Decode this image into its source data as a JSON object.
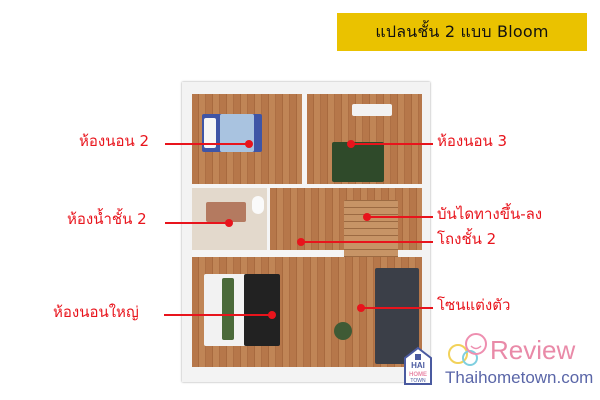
{
  "title": "แปลนชั้น 2 แบบ Bloom",
  "colors": {
    "title_bg": "#eac200",
    "label_red": "#e8141c",
    "review_pink": "#e98aa8",
    "site_blue": "#5a66a8"
  },
  "rooms": [
    {
      "label": "ห้องนอน 2",
      "side": "left"
    },
    {
      "label": "ห้องน้ำชั้น 2",
      "side": "left"
    },
    {
      "label": "ห้องนอนใหญ่",
      "side": "left"
    },
    {
      "label": "ห้องนอน 3",
      "side": "right"
    },
    {
      "label": "บันไดทางขึ้น-ลง",
      "side": "right"
    },
    {
      "label": "โถงชั้น 2",
      "side": "right"
    },
    {
      "label": "โซนแต่งตัว",
      "side": "right"
    }
  ],
  "branding": {
    "logo_text": [
      "HAI",
      "HOME",
      "TOWN"
    ],
    "review": "Review",
    "site": "Thaihometown.com"
  }
}
